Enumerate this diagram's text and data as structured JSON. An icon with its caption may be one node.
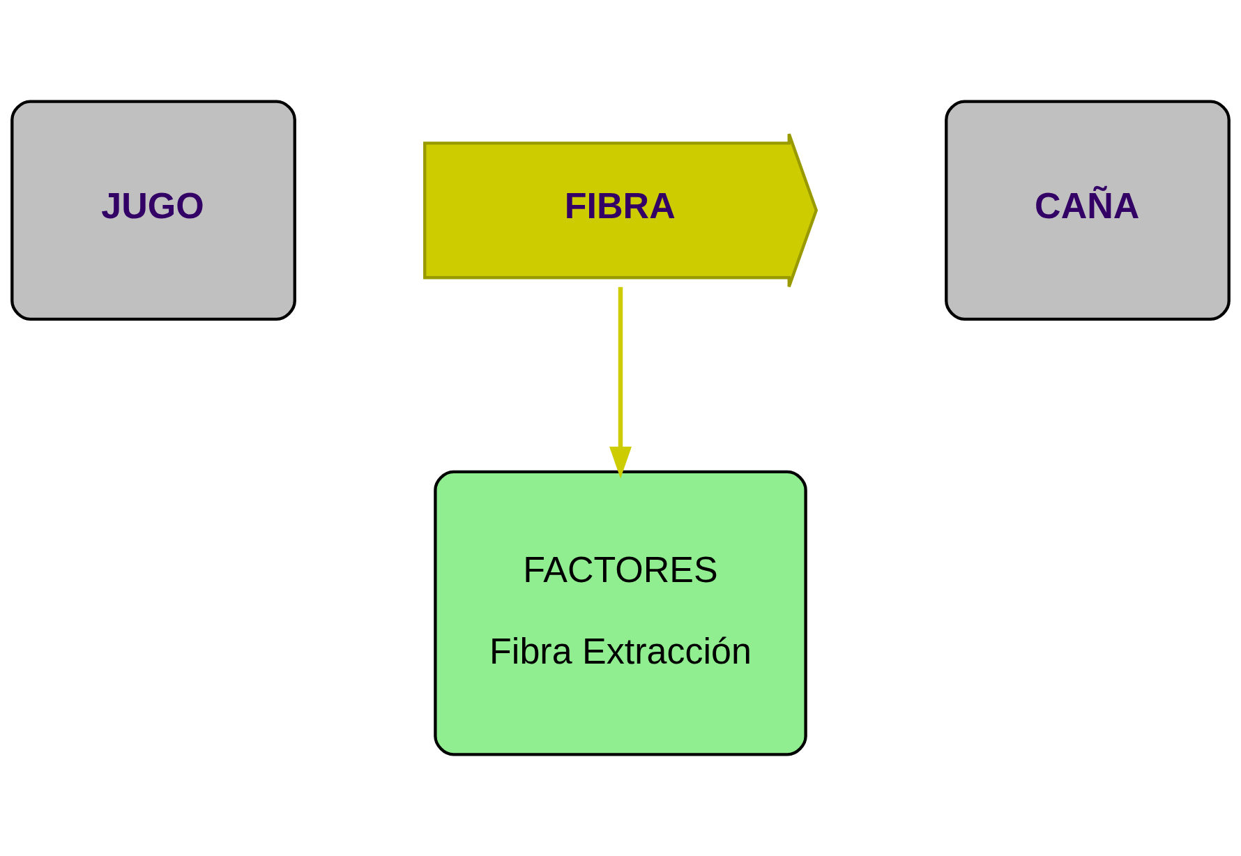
{
  "diagram": {
    "nodes": [
      {
        "text": [
          "JUGO"
        ]
      },
      {
        "text": [
          "FIBRA"
        ]
      },
      {
        "text": [
          "CAÑA"
        ]
      },
      {
        "text": [
          "FACTORES",
          "Fibra Extracción"
        ]
      }
    ],
    "edges": [
      {
        "from": 1,
        "to": 3,
        "arrow": "to",
        "color": "#cccc00"
      }
    ]
  }
}
